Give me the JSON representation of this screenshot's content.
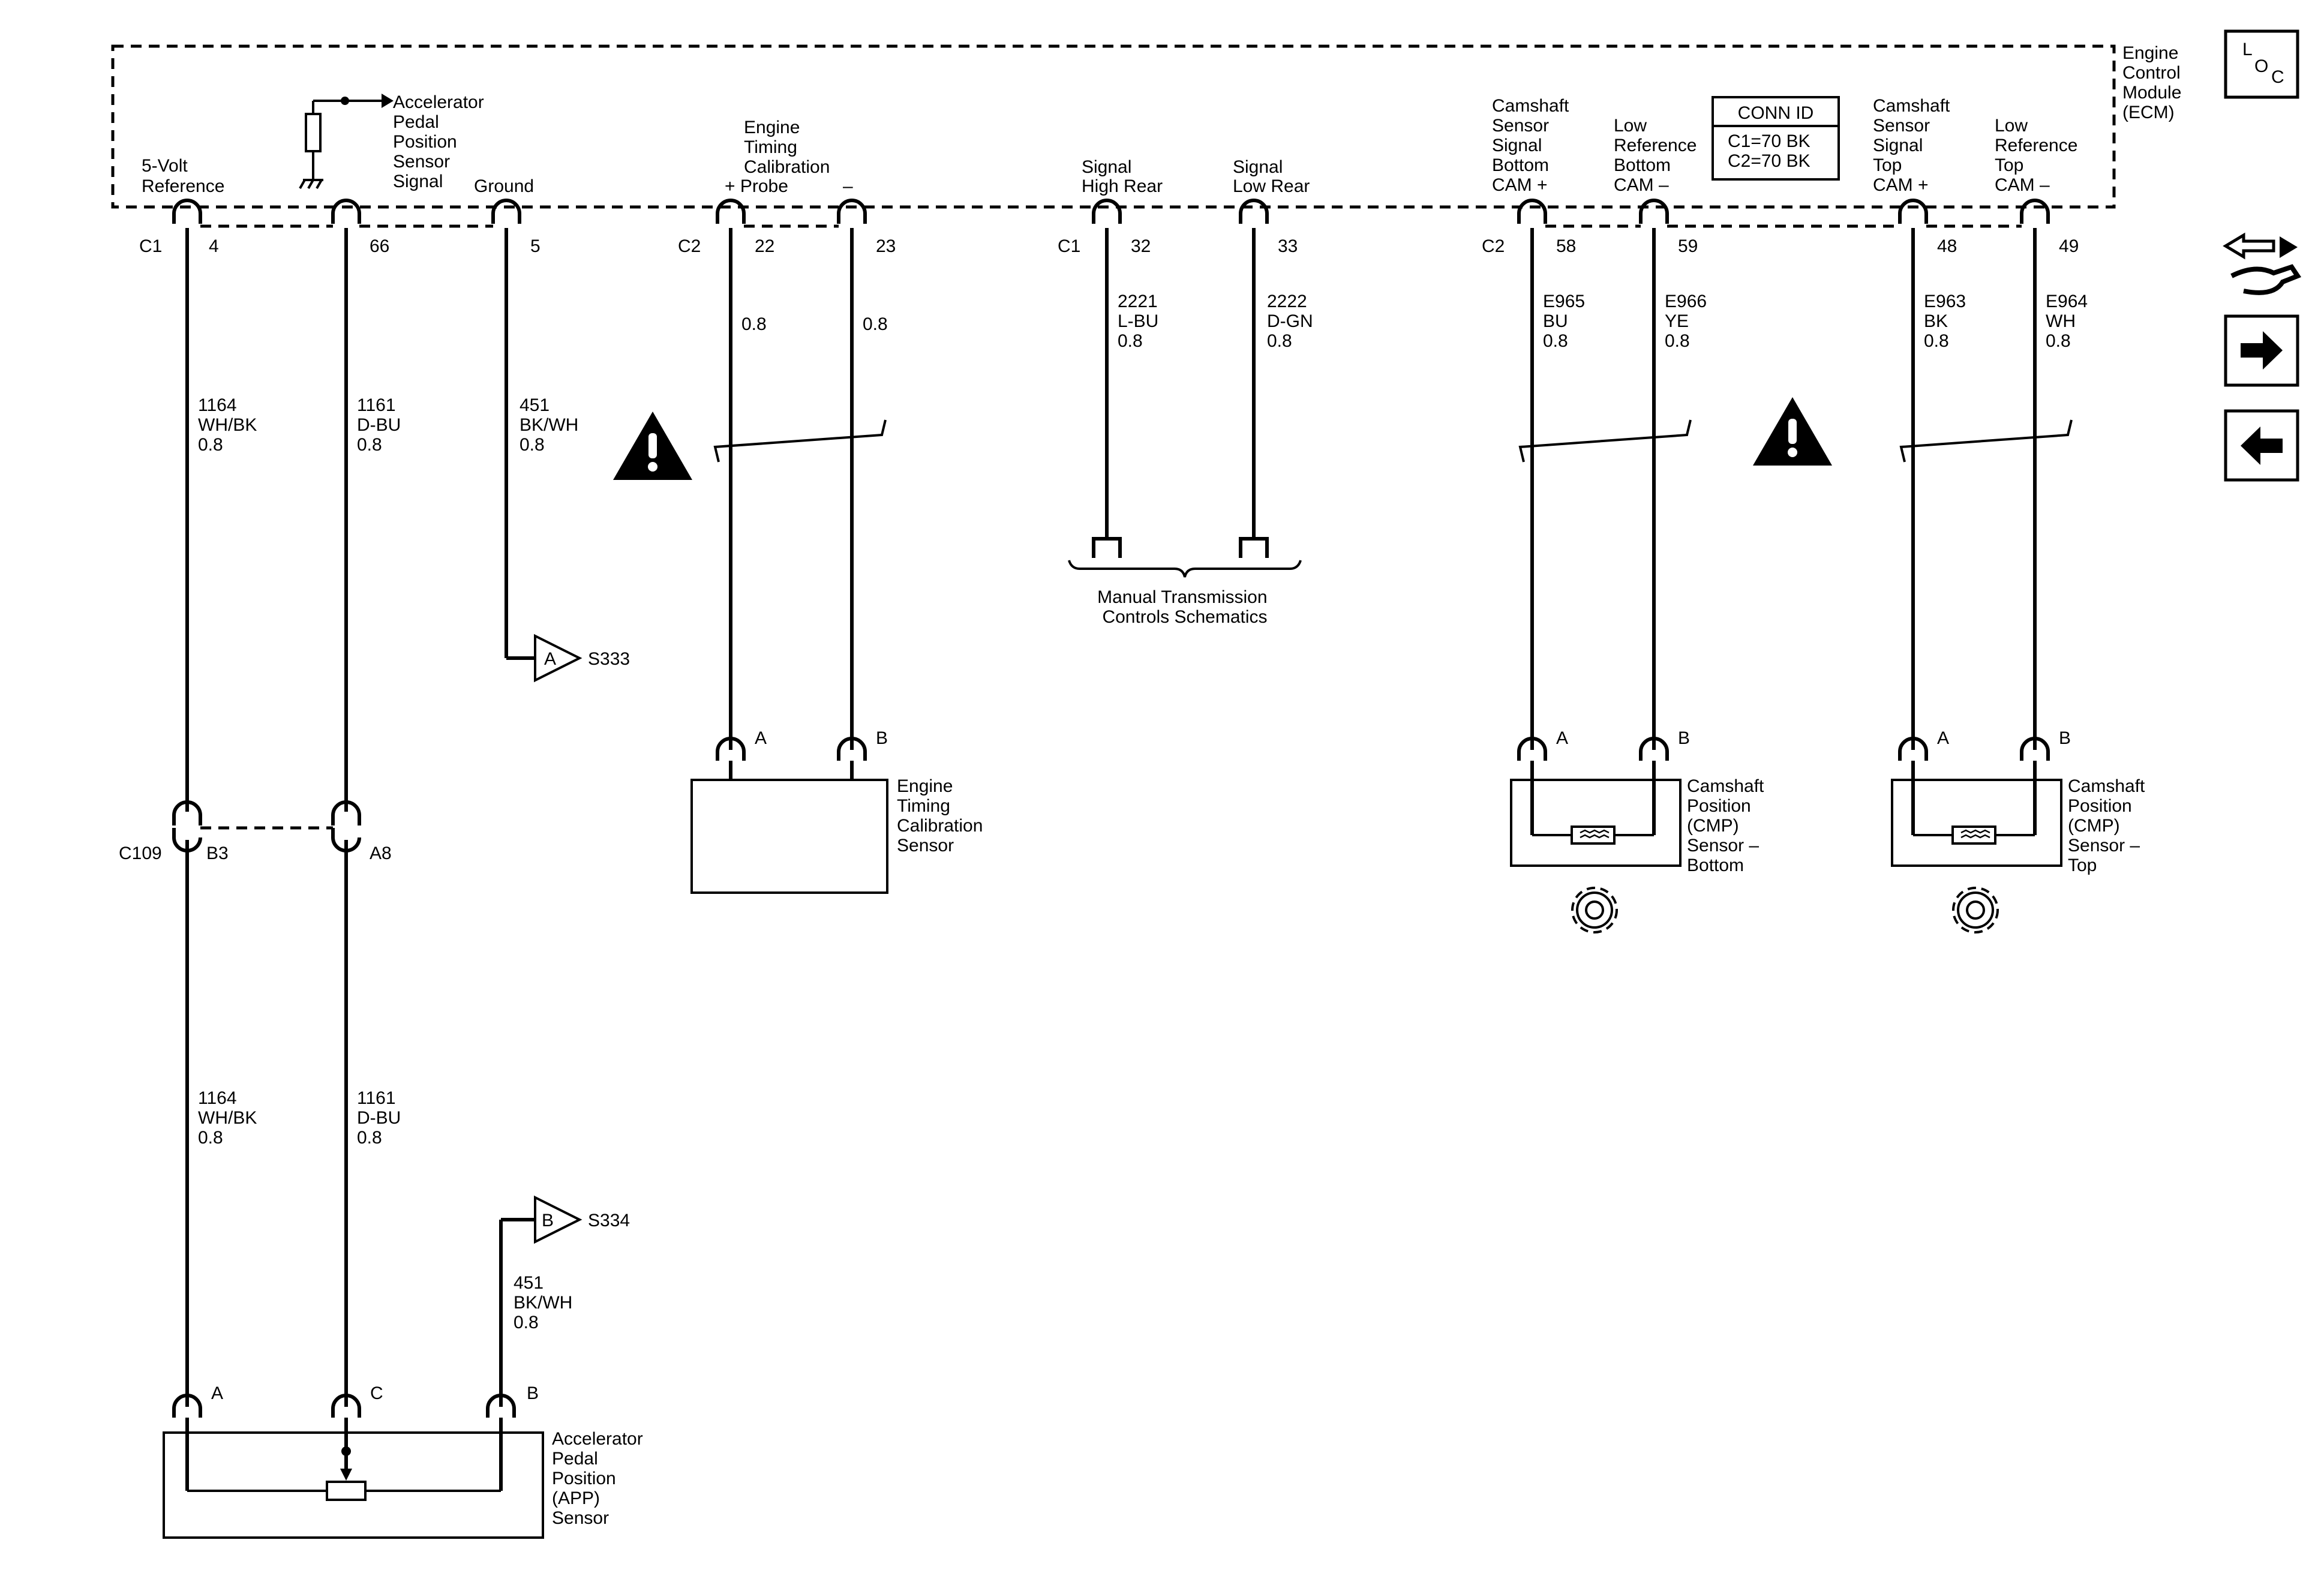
{
  "module": {
    "name_lines": [
      "Engine",
      "Control",
      "Module",
      "(ECM)"
    ],
    "conn_id_title": "CONN ID",
    "conn_id_lines": [
      "C1=70 BK",
      "C2=70 BK"
    ]
  },
  "ecm_labels": {
    "five_volt": [
      "5-Volt",
      "Reference"
    ],
    "app_signal": [
      "Accelerator",
      "Pedal",
      "Position",
      "Sensor",
      "Signal"
    ],
    "ground": [
      "Ground"
    ],
    "etc_probe": [
      "Engine",
      "Timing",
      "Calibration",
      "+ Probe"
    ],
    "etc_minus": [
      "–"
    ],
    "sig_high": [
      "Signal",
      "High Rear"
    ],
    "sig_low": [
      "Signal",
      "Low Rear"
    ],
    "cam_bottom_sig": [
      "Camshaft",
      "Sensor",
      "Signal",
      "Bottom",
      "CAM +"
    ],
    "cam_bottom_low": [
      "Low",
      "Reference",
      "Bottom",
      "CAM –"
    ],
    "cam_top_sig": [
      "Camshaft",
      "Sensor",
      "Signal",
      "Top",
      "CAM +"
    ],
    "cam_top_low": [
      "Low",
      "Reference",
      "Top",
      "CAM –"
    ]
  },
  "connectors": {
    "c1_left": "C1",
    "c2_etc": "C2",
    "c1_mid": "C1",
    "c2_right": "C2",
    "c109": "C109"
  },
  "pins": {
    "p4": "4",
    "p66": "66",
    "p5": "5",
    "p22": "22",
    "p23": "23",
    "p32": "32",
    "p33": "33",
    "p58": "58",
    "p59": "59",
    "p48": "48",
    "p49": "49",
    "b3": "B3",
    "a8": "A8",
    "etc_a": "A",
    "etc_b": "B",
    "cmpb_a": "A",
    "cmpb_b": "B",
    "cmpt_a": "A",
    "cmpt_b": "B",
    "app_a": "A",
    "app_c": "C",
    "app_b": "B"
  },
  "wires": {
    "w1164_upper": [
      "1164",
      "WH/BK",
      "0.8"
    ],
    "w1161_upper": [
      "1161",
      "D-BU",
      "0.8"
    ],
    "w451_upper": [
      "451",
      "BK/WH",
      "0.8"
    ],
    "w22": [
      "0.8"
    ],
    "w23": [
      "0.8"
    ],
    "w2221": [
      "2221",
      "L-BU",
      "0.8"
    ],
    "w2222": [
      "2222",
      "D-GN",
      "0.8"
    ],
    "e965": [
      "E965",
      "BU",
      "0.8"
    ],
    "e966": [
      "E966",
      "YE",
      "0.8"
    ],
    "e963": [
      "E963",
      "BK",
      "0.8"
    ],
    "e964": [
      "E964",
      "WH",
      "0.8"
    ],
    "w1164_lower": [
      "1164",
      "WH/BK",
      "0.8"
    ],
    "w1161_lower": [
      "1161",
      "D-BU",
      "0.8"
    ],
    "w451_lower": [
      "451",
      "BK/WH",
      "0.8"
    ]
  },
  "splices": {
    "a_letter": "A",
    "a_name": "S333",
    "b_letter": "B",
    "b_name": "S334"
  },
  "components": {
    "etc_sensor": [
      "Engine",
      "Timing",
      "Calibration",
      "Sensor"
    ],
    "cmp_bottom": [
      "Camshaft",
      "Position",
      "(CMP)",
      "Sensor –",
      "Bottom"
    ],
    "cmp_top": [
      "Camshaft",
      "Position",
      "(CMP)",
      "Sensor –",
      "Top"
    ],
    "app_sensor": [
      "Accelerator",
      "Pedal",
      "Position",
      "(APP)",
      "Sensor"
    ],
    "manual_trans": [
      "Manual Transmission",
      "Controls Schematics"
    ]
  },
  "nav": {
    "loc_l": "L",
    "loc_o": "O",
    "loc_c": "C",
    "icons": [
      "loc-icon",
      "connector-swap-icon",
      "arrow-right-icon",
      "arrow-left-icon"
    ]
  }
}
